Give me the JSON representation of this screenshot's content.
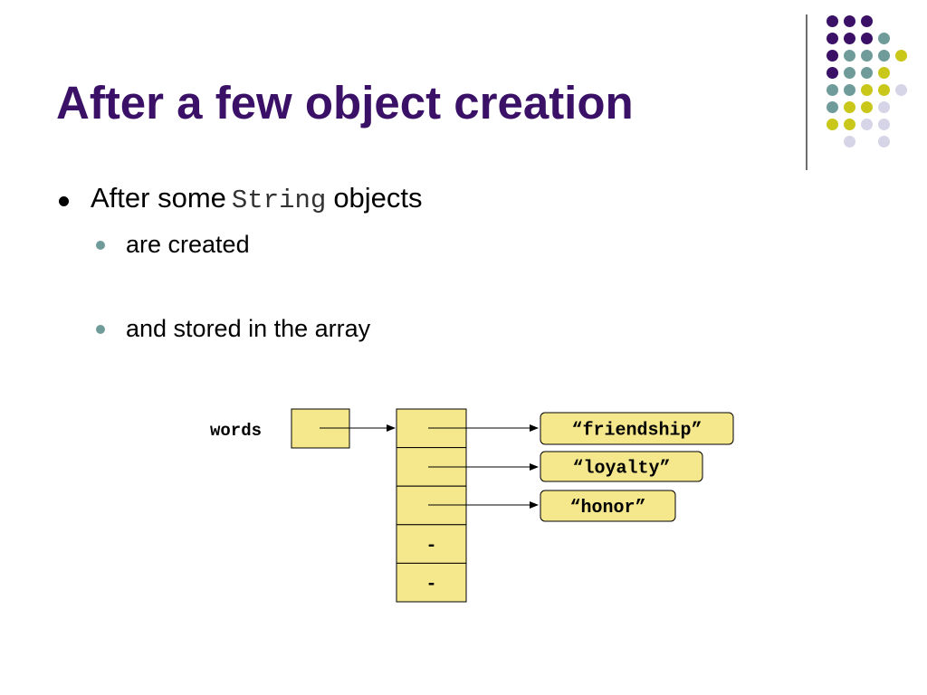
{
  "slide": {
    "title": "After a few object creation",
    "bullet1": {
      "before": "After some",
      "code": "String",
      "after": "objects"
    },
    "sub_bullets": [
      "are created",
      "and stored in the array"
    ]
  },
  "diagram": {
    "variable_label": "words",
    "array_cells": [
      {
        "filled": true,
        "text": ""
      },
      {
        "filled": true,
        "text": ""
      },
      {
        "filled": true,
        "text": ""
      },
      {
        "filled": false,
        "text": "-"
      },
      {
        "filled": false,
        "text": "-"
      }
    ],
    "strings": [
      "“friendship”",
      "“loyalty”",
      "“honor”"
    ]
  },
  "colors": {
    "title": "#3b1167",
    "cell_fill": "#f5e78c",
    "string_fill": "#f5e78c",
    "accent_purple": "#3b1167",
    "accent_teal": "#6f9c9a",
    "accent_yellow": "#c9c81a",
    "accent_lavender": "#d6d4e7"
  }
}
